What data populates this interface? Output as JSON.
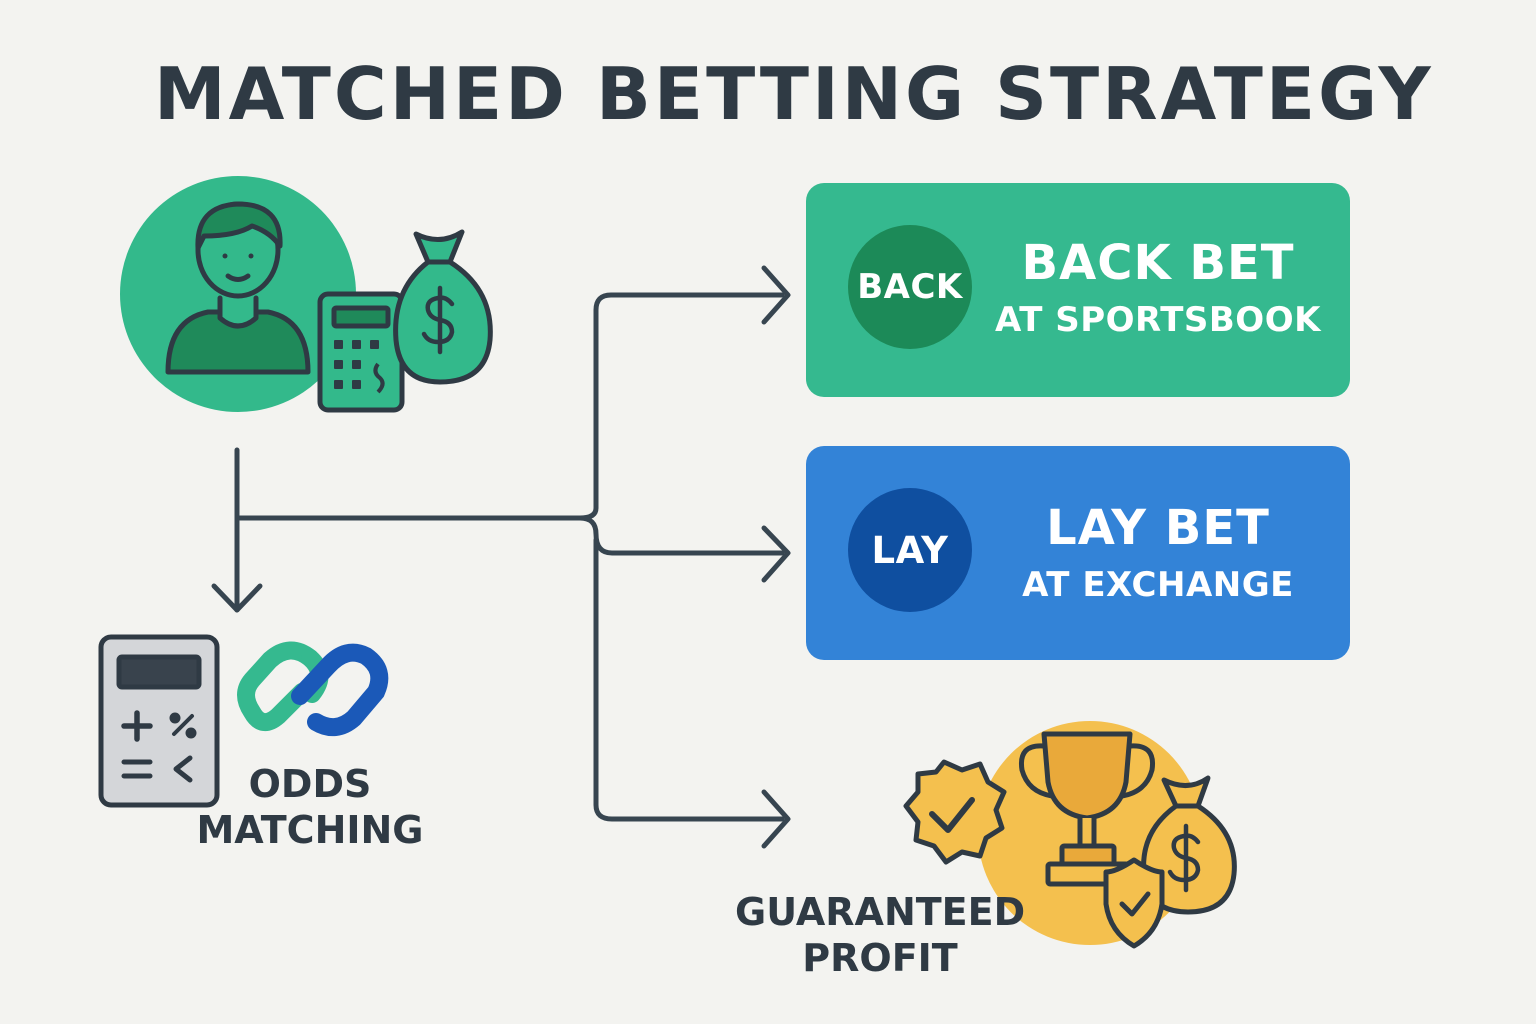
{
  "title": "MATCHED BETTING STRATEGY",
  "back_card": {
    "badge": "BACK",
    "main": "BACK BET",
    "sub": "AT SPORTSBOOK",
    "color": "#35b98f",
    "badge_color": "#1c8a58"
  },
  "lay_card": {
    "badge": "LAY",
    "main": "LAY BET",
    "sub": "AT EXCHANGE",
    "color": "#3383d7",
    "badge_color": "#0f4fa0"
  },
  "odds": {
    "line1": "ODDS",
    "line2": "MATCHING",
    "icons": [
      "calculator-icon",
      "linked-rings-icon"
    ]
  },
  "profit": {
    "line1": "GUARANTEED",
    "line2": "PROFIT",
    "icons": [
      "check-badge-icon",
      "trophy-icon",
      "money-bag-icon",
      "shield-check-icon"
    ],
    "color": "#f4c04e"
  },
  "start": {
    "icons": [
      "user-avatar-icon",
      "calculator-icon",
      "money-bag-icon"
    ],
    "color": "#33b98b"
  }
}
